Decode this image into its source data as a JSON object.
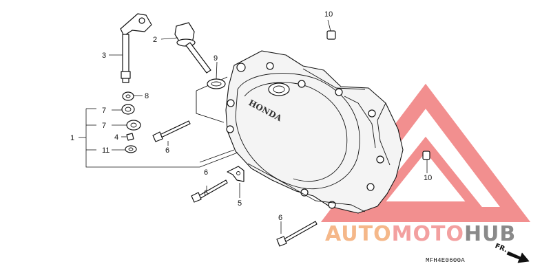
{
  "callouts": {
    "c1": "1",
    "c2": "2",
    "c3": "3",
    "c4": "4",
    "c5": "5",
    "c6a": "6",
    "c6b": "6",
    "c6c": "6",
    "c6d": "6",
    "c7a": "7",
    "c7b": "7",
    "c8": "8",
    "c9": "9",
    "c10a": "10",
    "c10b": "10",
    "c11": "11"
  },
  "cover_emboss": "HONDA",
  "diagram_code": "MFH4E0600A",
  "direction_label": "FR.",
  "watermark": {
    "word_auto": "AUTO",
    "word_moto": "MOTO",
    "word_hub": "HUB",
    "color_auto": "#f5b88a",
    "color_moto": "#f3a0a0",
    "color_hub": "#8a8a8a",
    "triangle_color": "#ee6a6a"
  }
}
